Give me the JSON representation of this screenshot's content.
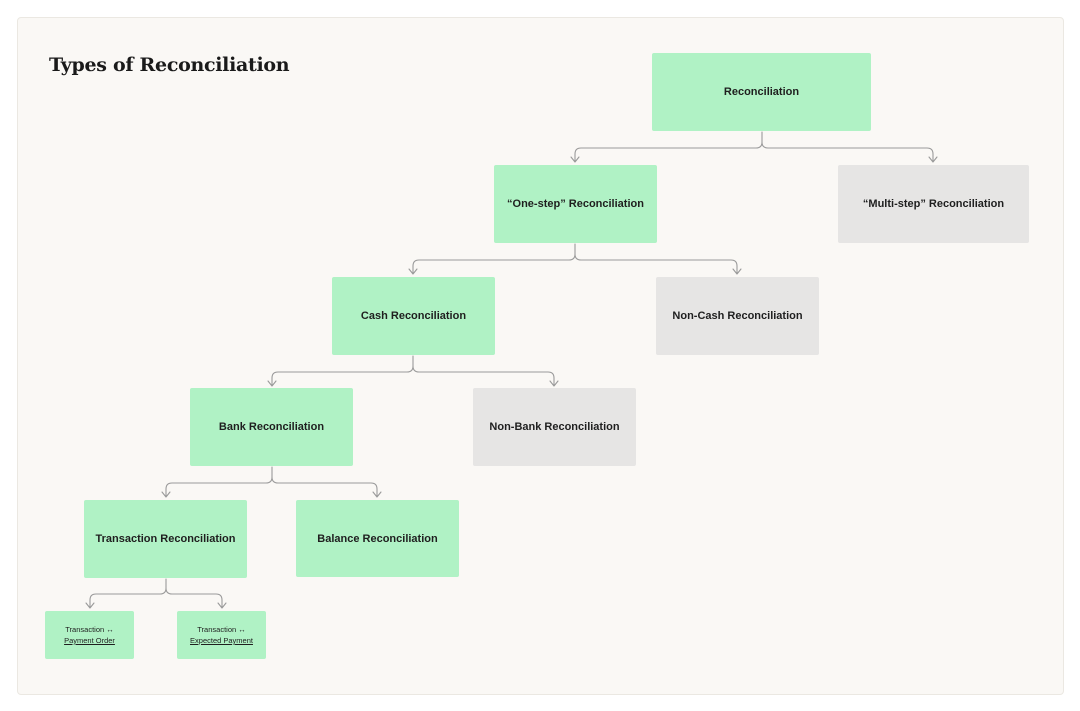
{
  "title": "Types of Reconciliation",
  "colors": {
    "active": "#b0f2c5",
    "inactive": "#e6e5e4",
    "connector": "#9a9a9a",
    "background": "#faf8f5"
  },
  "nodes": {
    "reconciliation": "Reconciliation",
    "one_step": "“One-step” Reconciliation",
    "multi_step": "“Multi-step” Reconciliation",
    "cash": "Cash Reconciliation",
    "non_cash": "Non-Cash Reconciliation",
    "bank": "Bank Reconciliation",
    "non_bank": "Non-Bank Reconciliation",
    "transaction": "Transaction Reconciliation",
    "balance": "Balance Reconciliation",
    "txn_payment_order": {
      "line1": "Transaction ↔",
      "line2": "Payment Order"
    },
    "txn_expected_payment": {
      "line1": "Transaction ↔",
      "line2": "Expected Payment"
    }
  }
}
